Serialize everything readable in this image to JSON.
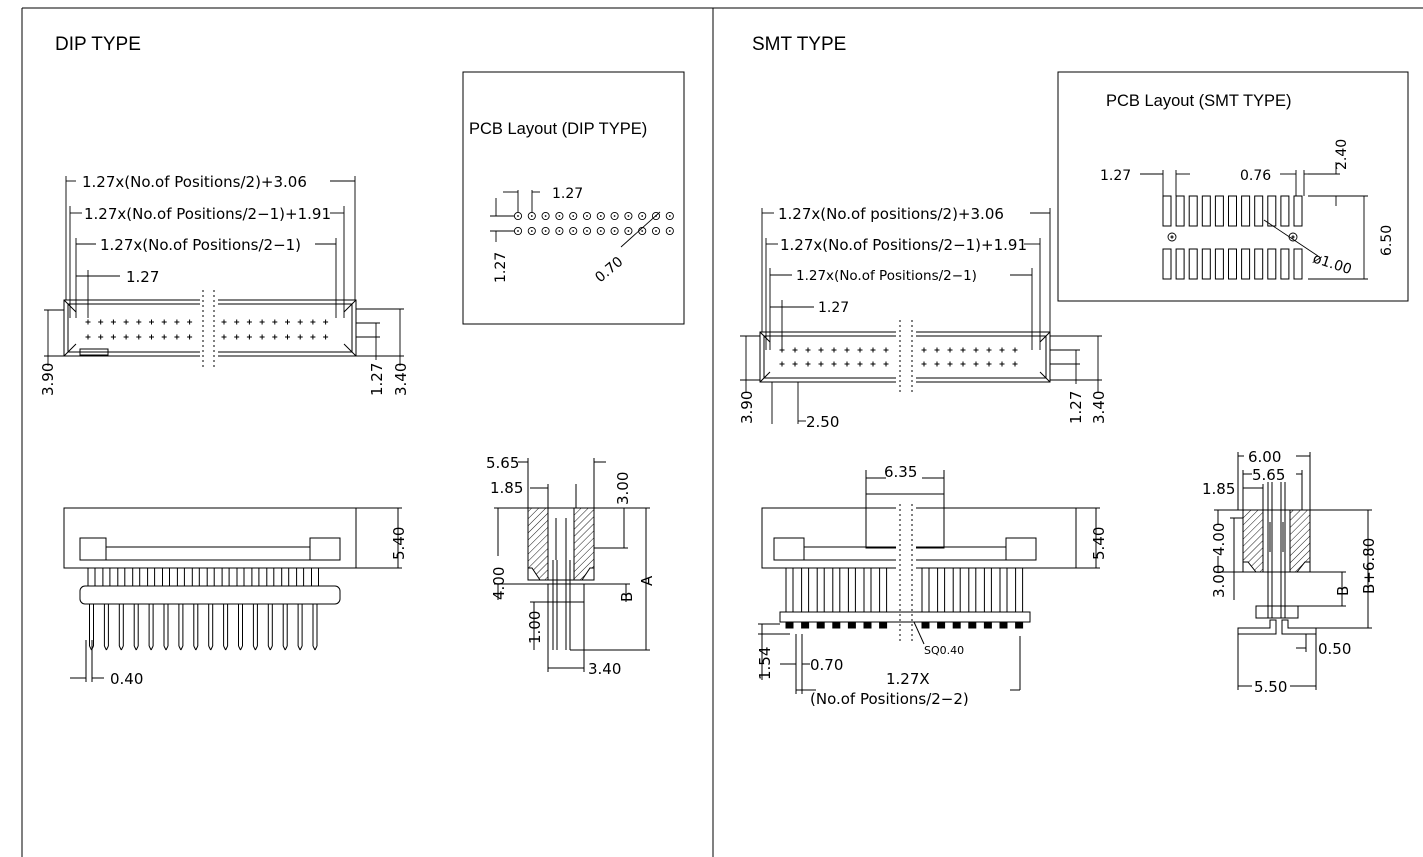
{
  "left": {
    "title": "DIP TYPE",
    "pcb_title": "PCB Layout (DIP TYPE)",
    "dims": {
      "total": "1.27x(No.of Positions/2)+3.06",
      "mid": "1.27x(No.of Positions/2−1)+1.91",
      "inner": "1.27x(No.of Positions/2−1)",
      "pitch": "1.27",
      "height": "3.90",
      "row_pitch": "1.27",
      "body_width": "3.40",
      "side_height": "5.40",
      "pin_width": "0.40",
      "side_565": "5.65",
      "side_185": "1.85",
      "side_300": "3.00",
      "side_400": "4.00",
      "side_100": "1.00",
      "side_340": "3.40",
      "side_B": "B",
      "side_A": "A",
      "pcb_pitch": "1.27",
      "pcb_row": "1.27",
      "pcb_hole": "0.70"
    }
  },
  "right": {
    "title": "SMT TYPE",
    "pcb_title": "PCB Layout (SMT TYPE)",
    "dims": {
      "total": "1.27x(No.of positions/2)+3.06",
      "mid": "1.27x(No.of Positions/2−1)+1.91",
      "inner": "1.27x(No.of Positions/2−1)",
      "pitch": "1.27",
      "height": "3.90",
      "peg": "2.50",
      "row_pitch": "1.27",
      "body_width": "3.40",
      "cap": "6.35",
      "side_height": "5.40",
      "foot": "1.54",
      "lead": "0.70",
      "sq": "SQ0.40",
      "span_1": "1.27X",
      "span_2": "(No.of Positions/2−2)",
      "s600": "6.00",
      "s565": "5.65",
      "s185": "1.85",
      "s400": "4.00",
      "s300": "3.00",
      "sB": "B",
      "sB680": "B+6.80",
      "s050": "0.50",
      "s550": "5.50",
      "pcb_pitch": "1.27",
      "pcb_pad_w": "0.76",
      "pcb_pad_h": "2.40",
      "pcb_height": "6.50",
      "pcb_hole": "ø1.00"
    }
  }
}
